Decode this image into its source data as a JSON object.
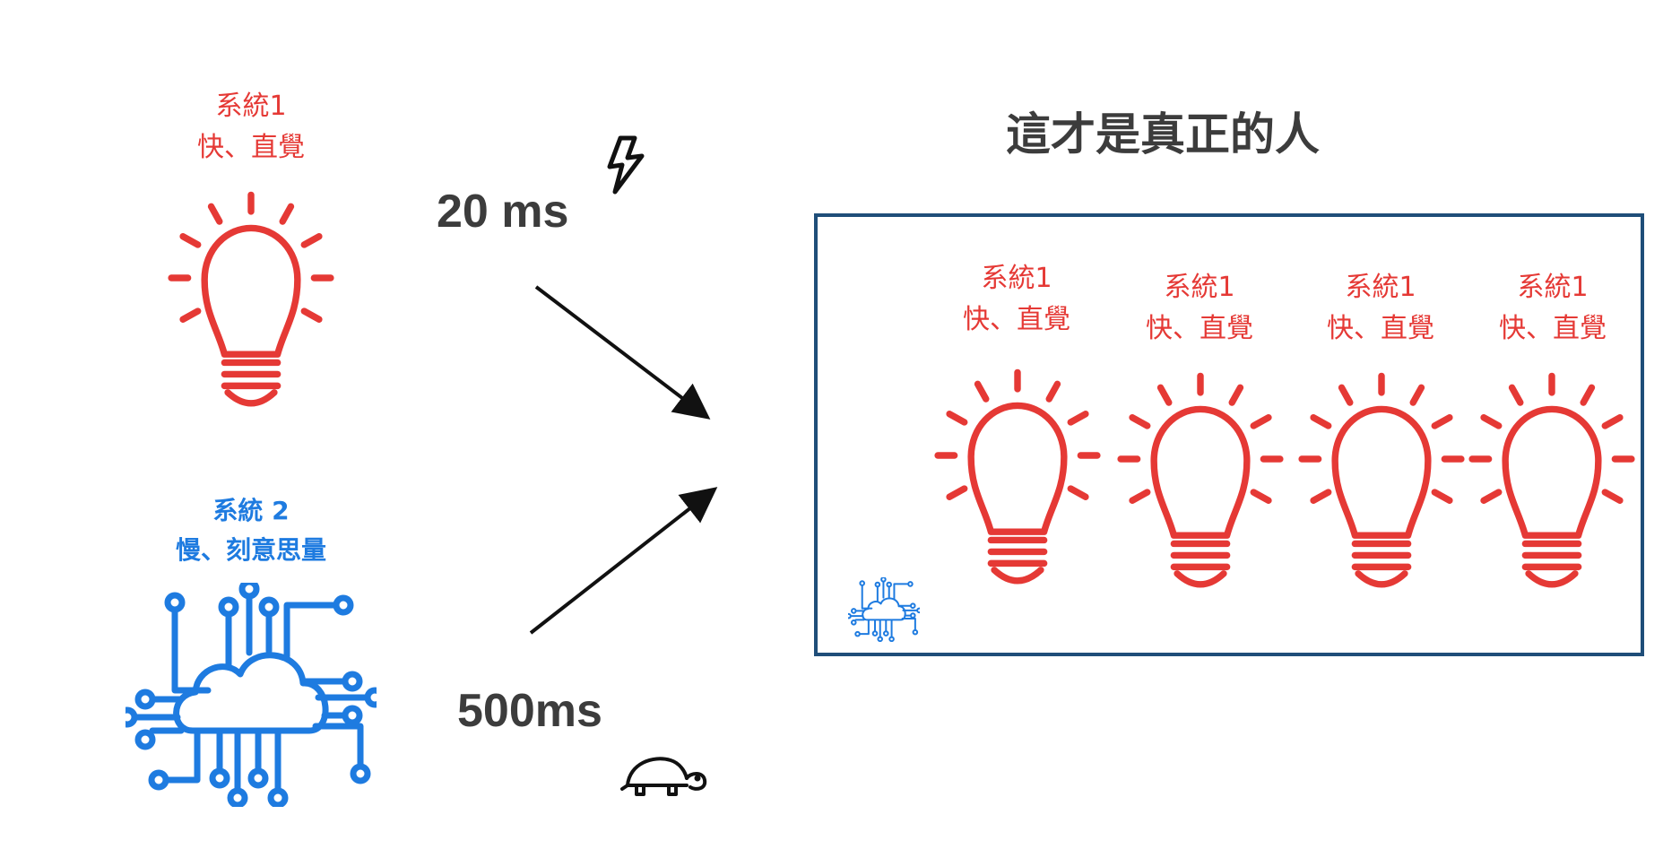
{
  "system1": {
    "name": "系統1",
    "desc": "快、直覺"
  },
  "system2": {
    "name": "系統 2",
    "desc": "慢、刻意思量"
  },
  "fast_speed": "20 ms",
  "slow_speed": "500ms",
  "title": "這才是真正的人",
  "bulb_cards": [
    {
      "name": "系統1",
      "desc": "快、直覺"
    },
    {
      "name": "系統1",
      "desc": "快、直覺"
    },
    {
      "name": "系統1",
      "desc": "快、直覺"
    },
    {
      "name": "系統1",
      "desc": "快、直覺"
    }
  ],
  "colors": {
    "system1": "#e53935",
    "system2": "#1e7be0",
    "frame": "#1f4e79",
    "text": "#3c3c3c"
  },
  "icons": [
    "lightbulb-icon",
    "circuit-cloud-icon",
    "lightning-icon",
    "turtle-icon",
    "arrow-icon"
  ]
}
